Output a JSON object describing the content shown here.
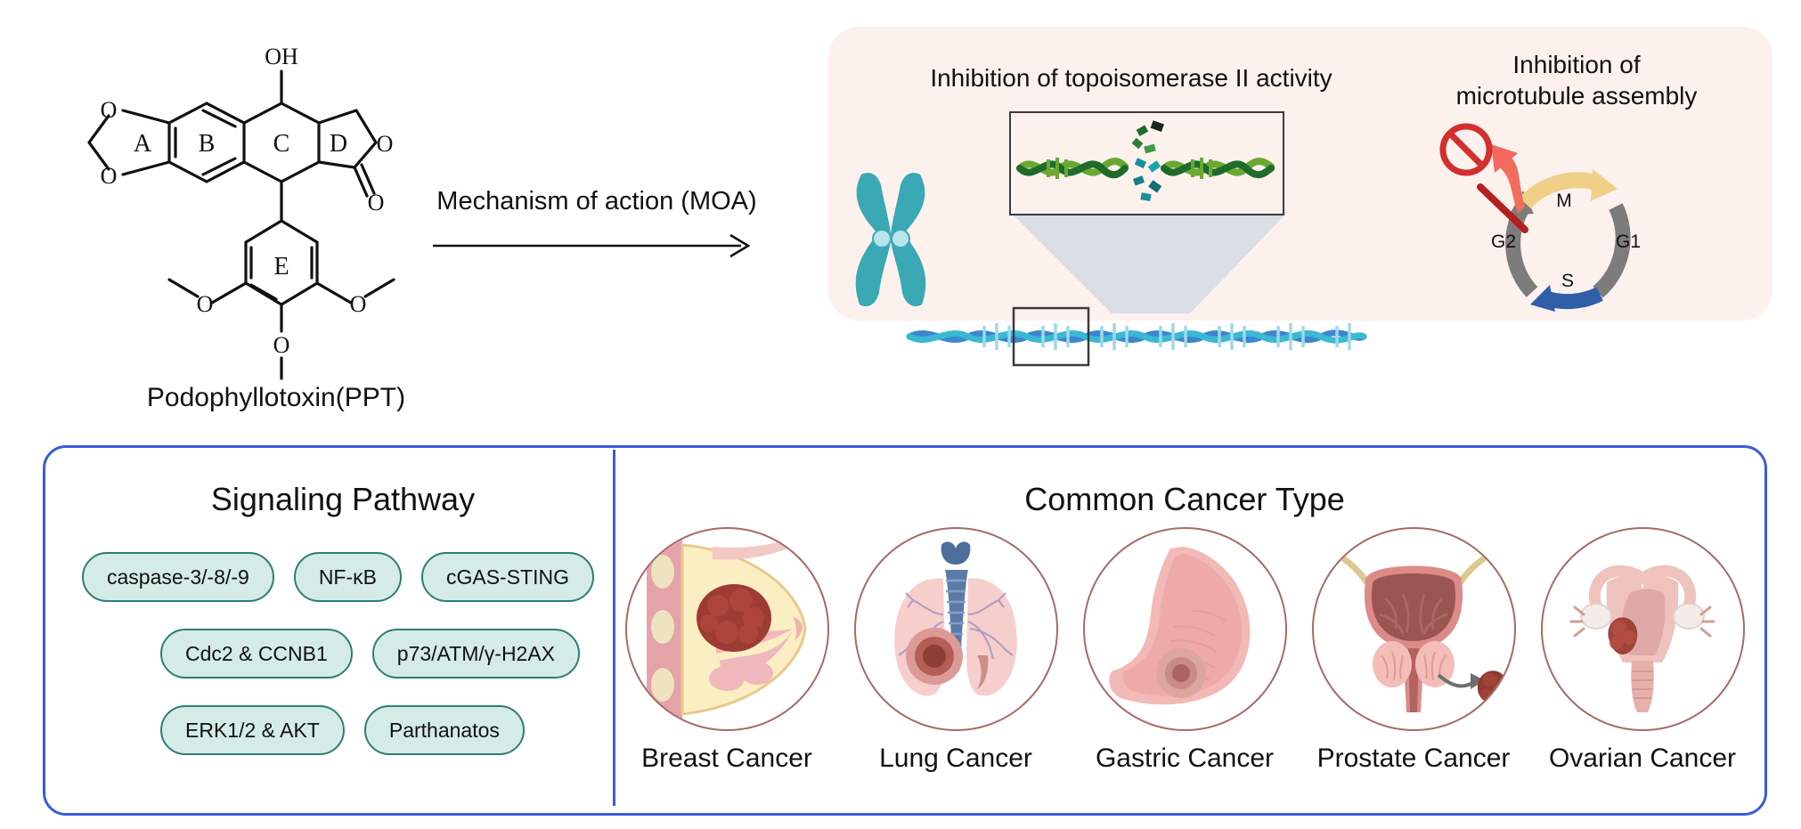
{
  "molecule": {
    "caption": "Podophyllotoxin(PPT)",
    "ring_labels": [
      "A",
      "B",
      "C",
      "D",
      "E"
    ],
    "atom_labels": [
      "OH",
      "O",
      "O",
      "O",
      "O",
      "O",
      "O",
      "O"
    ]
  },
  "moa": {
    "arrow_label": "Mechanism of action (MOA)",
    "panel_bg": "#fdf1ee",
    "topoisomerase_title": "Inhibition of topoisomerase II activity",
    "microtubule_title_line1": "Inhibition of",
    "microtubule_title_line2": "microtubule assembly",
    "cell_cycle": {
      "phases": [
        "M",
        "G1",
        "S",
        "G2"
      ],
      "m_arrow_color": "#f0d089",
      "g1_g2_color": "#7c7c7c",
      "s_arrow_color": "#2f5fa8",
      "block_arrow_color": "#f26d5b",
      "prohibition_color": "#d32f2f"
    },
    "dna_colors": {
      "chromosome": "#3aa8b5",
      "helix_light": "#3bb8d4",
      "helix_dark": "#3b87cf",
      "topo_dna_light": "#6aa832",
      "topo_dna_dark": "#1e6b2a",
      "fragment": "#16919a"
    }
  },
  "bottom": {
    "border_color": "#3b5bdb",
    "signaling": {
      "title": "Signaling Pathway",
      "pill_fill": "#d5ece6",
      "pill_border": "#2a7f72",
      "rows": [
        [
          "caspase-3/-8/-9",
          "NF-κB",
          "cGAS-STING"
        ],
        [
          "Cdc2 & CCNB1",
          "p73/ATM/γ-H2AX"
        ],
        [
          "ERK1/2 & AKT",
          "Parthanatos"
        ]
      ]
    },
    "cancers": {
      "title": "Common Cancer Type",
      "circle_border": "#a66a68",
      "items": [
        {
          "label": "Breast Cancer",
          "icon": "breast-cancer-icon"
        },
        {
          "label": "Lung Cancer",
          "icon": "lung-cancer-icon"
        },
        {
          "label": "Gastric Cancer",
          "icon": "gastric-cancer-icon"
        },
        {
          "label": "Prostate Cancer",
          "icon": "prostate-cancer-icon"
        },
        {
          "label": "Ovarian Cancer",
          "icon": "ovarian-cancer-icon"
        }
      ]
    }
  }
}
